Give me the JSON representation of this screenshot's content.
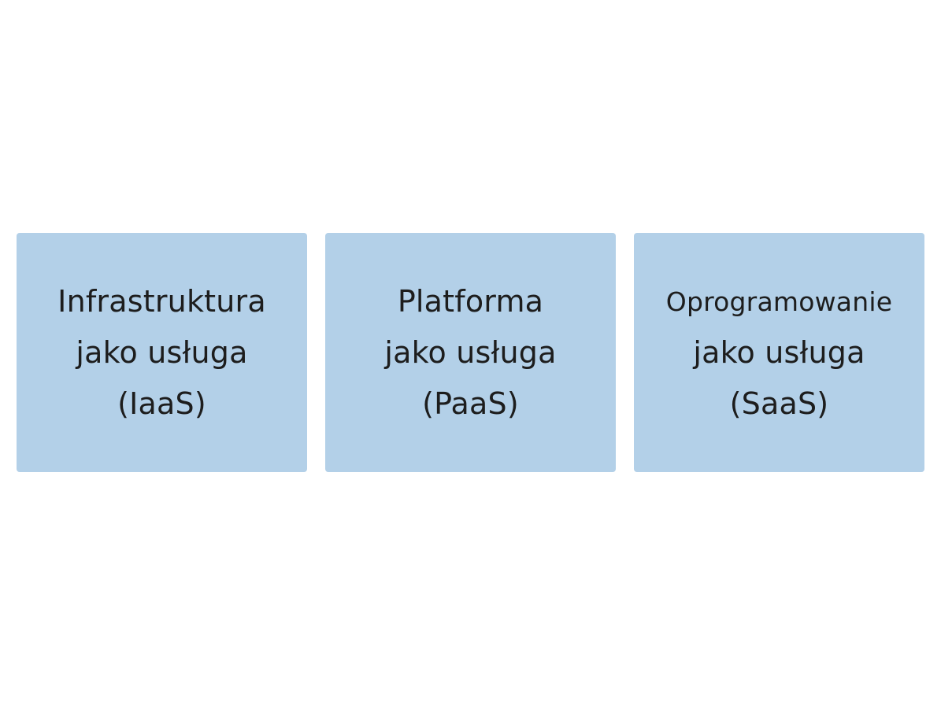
{
  "diagram": {
    "box_color": "#b3d0e8",
    "boxes": [
      {
        "lines": [
          "Infrastruktura",
          "jako usługa",
          "(IaaS)"
        ]
      },
      {
        "lines": [
          "Platforma",
          "jako usługa",
          "(PaaS)"
        ]
      },
      {
        "lines": [
          "Oprogramowanie",
          "jako usługa",
          "(SaaS)"
        ]
      }
    ]
  }
}
